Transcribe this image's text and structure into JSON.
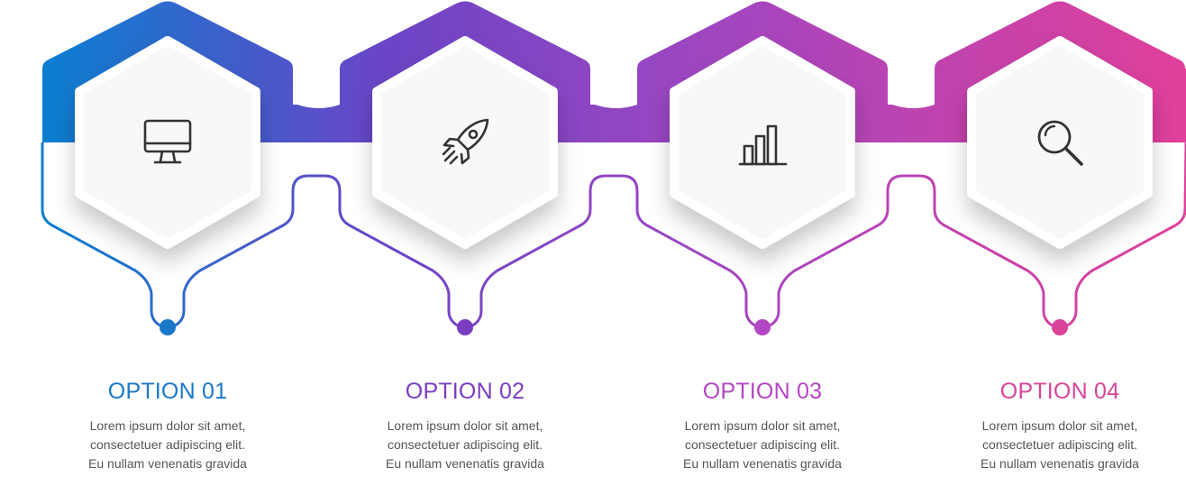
{
  "colors": {
    "gradient_start": "#0a7fd0",
    "gradient_end": "#e0409a",
    "hex_fill": "#f8f8f8"
  },
  "options": [
    {
      "title": "OPTION 01",
      "color": "#1a78c8",
      "icon": "monitor-icon",
      "description": [
        "Lorem ipsum dolor sit amet,",
        "consectetuer adipiscing elit.",
        "Eu nullam venenatis gravida"
      ]
    },
    {
      "title": "OPTION 02",
      "color": "#7a3dc0",
      "icon": "rocket-icon",
      "description": [
        "Lorem ipsum dolor sit amet,",
        "consectetuer adipiscing elit.",
        "Eu nullam venenatis gravida"
      ]
    },
    {
      "title": "OPTION 03",
      "color": "#b346c2",
      "icon": "bar-chart-icon",
      "description": [
        "Lorem ipsum dolor sit amet,",
        "consectetuer adipiscing elit.",
        "Eu nullam venenatis gravida"
      ]
    },
    {
      "title": "OPTION 04",
      "color": "#d9449a",
      "icon": "search-icon",
      "description": [
        "Lorem ipsum dolor sit amet,",
        "consectetuer adipiscing elit.",
        "Eu nullam venenatis gravida"
      ]
    }
  ]
}
